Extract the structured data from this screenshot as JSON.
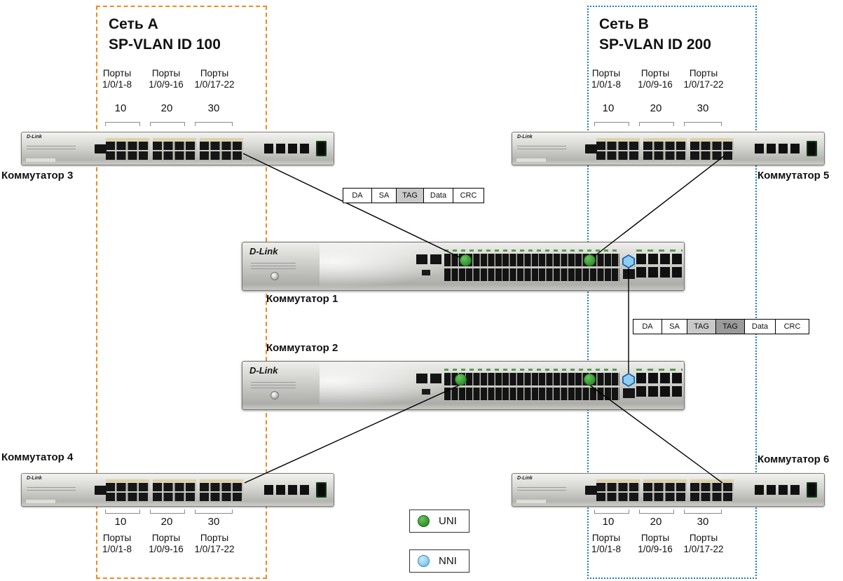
{
  "brand": "D-Link",
  "networks": {
    "a": {
      "name": "Сеть A",
      "vlan_label": "SP-VLAN ID 100"
    },
    "b": {
      "name": "Сеть B",
      "vlan_label": "SP-VLAN ID 200"
    }
  },
  "port_groups": [
    {
      "label": "Порты",
      "range": "1/0/1-8",
      "vlan": "10"
    },
    {
      "label": "Порты",
      "range": "1/0/9-16",
      "vlan": "20"
    },
    {
      "label": "Порты",
      "range": "1/0/17-22",
      "vlan": "30"
    }
  ],
  "switches": {
    "sw1": {
      "label": "Коммутатор 1"
    },
    "sw2": {
      "label": "Коммутатор 2"
    },
    "sw3": {
      "label": "Коммутатор 3"
    },
    "sw4": {
      "label": "Коммутатор 4"
    },
    "sw5": {
      "label": "Коммутатор 5"
    },
    "sw6": {
      "label": "Коммутатор 6"
    }
  },
  "frames": {
    "single_tag": [
      "DA",
      "SA",
      "TAG",
      "Data",
      "CRC"
    ],
    "double_tag": [
      "DA",
      "SA",
      "TAG",
      "TAG",
      "Data",
      "CRC"
    ]
  },
  "legend": {
    "uni": "UNI",
    "nni": "NNI"
  },
  "colors": {
    "network_a_border": "#f08a1e",
    "network_b_border": "#1e7ac8",
    "uni_fill": "#3a9a35",
    "nni_fill": "#8ecdf2",
    "inner_tag_fill": "#c9c9c9",
    "outer_tag_fill": "#9a9a9a"
  }
}
